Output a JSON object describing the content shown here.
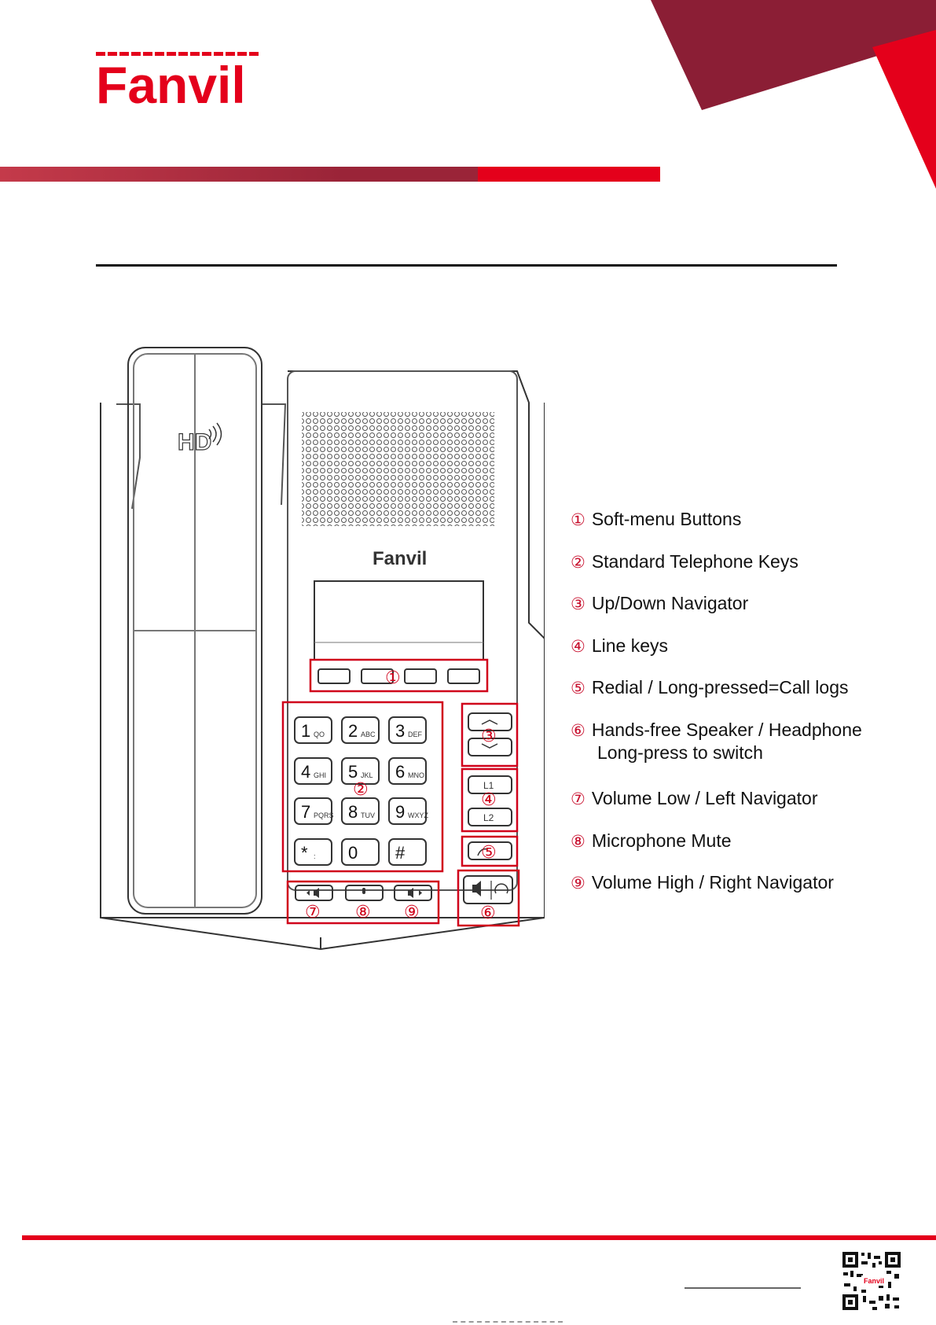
{
  "brand": {
    "logo_text": "Fanvil",
    "primary_color": "#e4001b",
    "dark_red": "#8b1e35"
  },
  "device": {
    "badge": "HD",
    "front_logo": "Fanvil",
    "keypad": [
      {
        "digit": "1",
        "letters": "QO"
      },
      {
        "digit": "2",
        "letters": "ABC"
      },
      {
        "digit": "3",
        "letters": "DEF"
      },
      {
        "digit": "4",
        "letters": "GHI"
      },
      {
        "digit": "5",
        "letters": "JKL"
      },
      {
        "digit": "6",
        "letters": "MNO"
      },
      {
        "digit": "7",
        "letters": "PQRS"
      },
      {
        "digit": "8",
        "letters": "TUV"
      },
      {
        "digit": "9",
        "letters": "WXYZ"
      },
      {
        "digit": "*",
        "letters": ":"
      },
      {
        "digit": "0",
        "letters": ""
      },
      {
        "digit": "#",
        "letters": ""
      }
    ],
    "line_keys": [
      "L1",
      "L2"
    ],
    "callouts": [
      "①",
      "②",
      "③",
      "④",
      "⑤",
      "⑥",
      "⑦",
      "⑧",
      "⑨"
    ]
  },
  "legend": {
    "items": [
      {
        "num": "①",
        "label": "Soft-menu Buttons"
      },
      {
        "num": "②",
        "label": "Standard Telephone Keys"
      },
      {
        "num": "③",
        "label": "Up/Down Navigator"
      },
      {
        "num": "④",
        "label": "Line keys"
      },
      {
        "num": "⑤",
        "label": "Redial / Long-pressed=Call logs"
      },
      {
        "num": "⑥",
        "label": "Hands-free Speaker / Headphone",
        "sub": "Long-press to switch"
      },
      {
        "num": "⑦",
        "label": "Volume Low / Left Navigator"
      },
      {
        "num": "⑧",
        "label": "Microphone Mute"
      },
      {
        "num": "⑨",
        "label": "Volume High / Right Navigator"
      }
    ]
  },
  "qr": {
    "label": "Fanvil"
  }
}
